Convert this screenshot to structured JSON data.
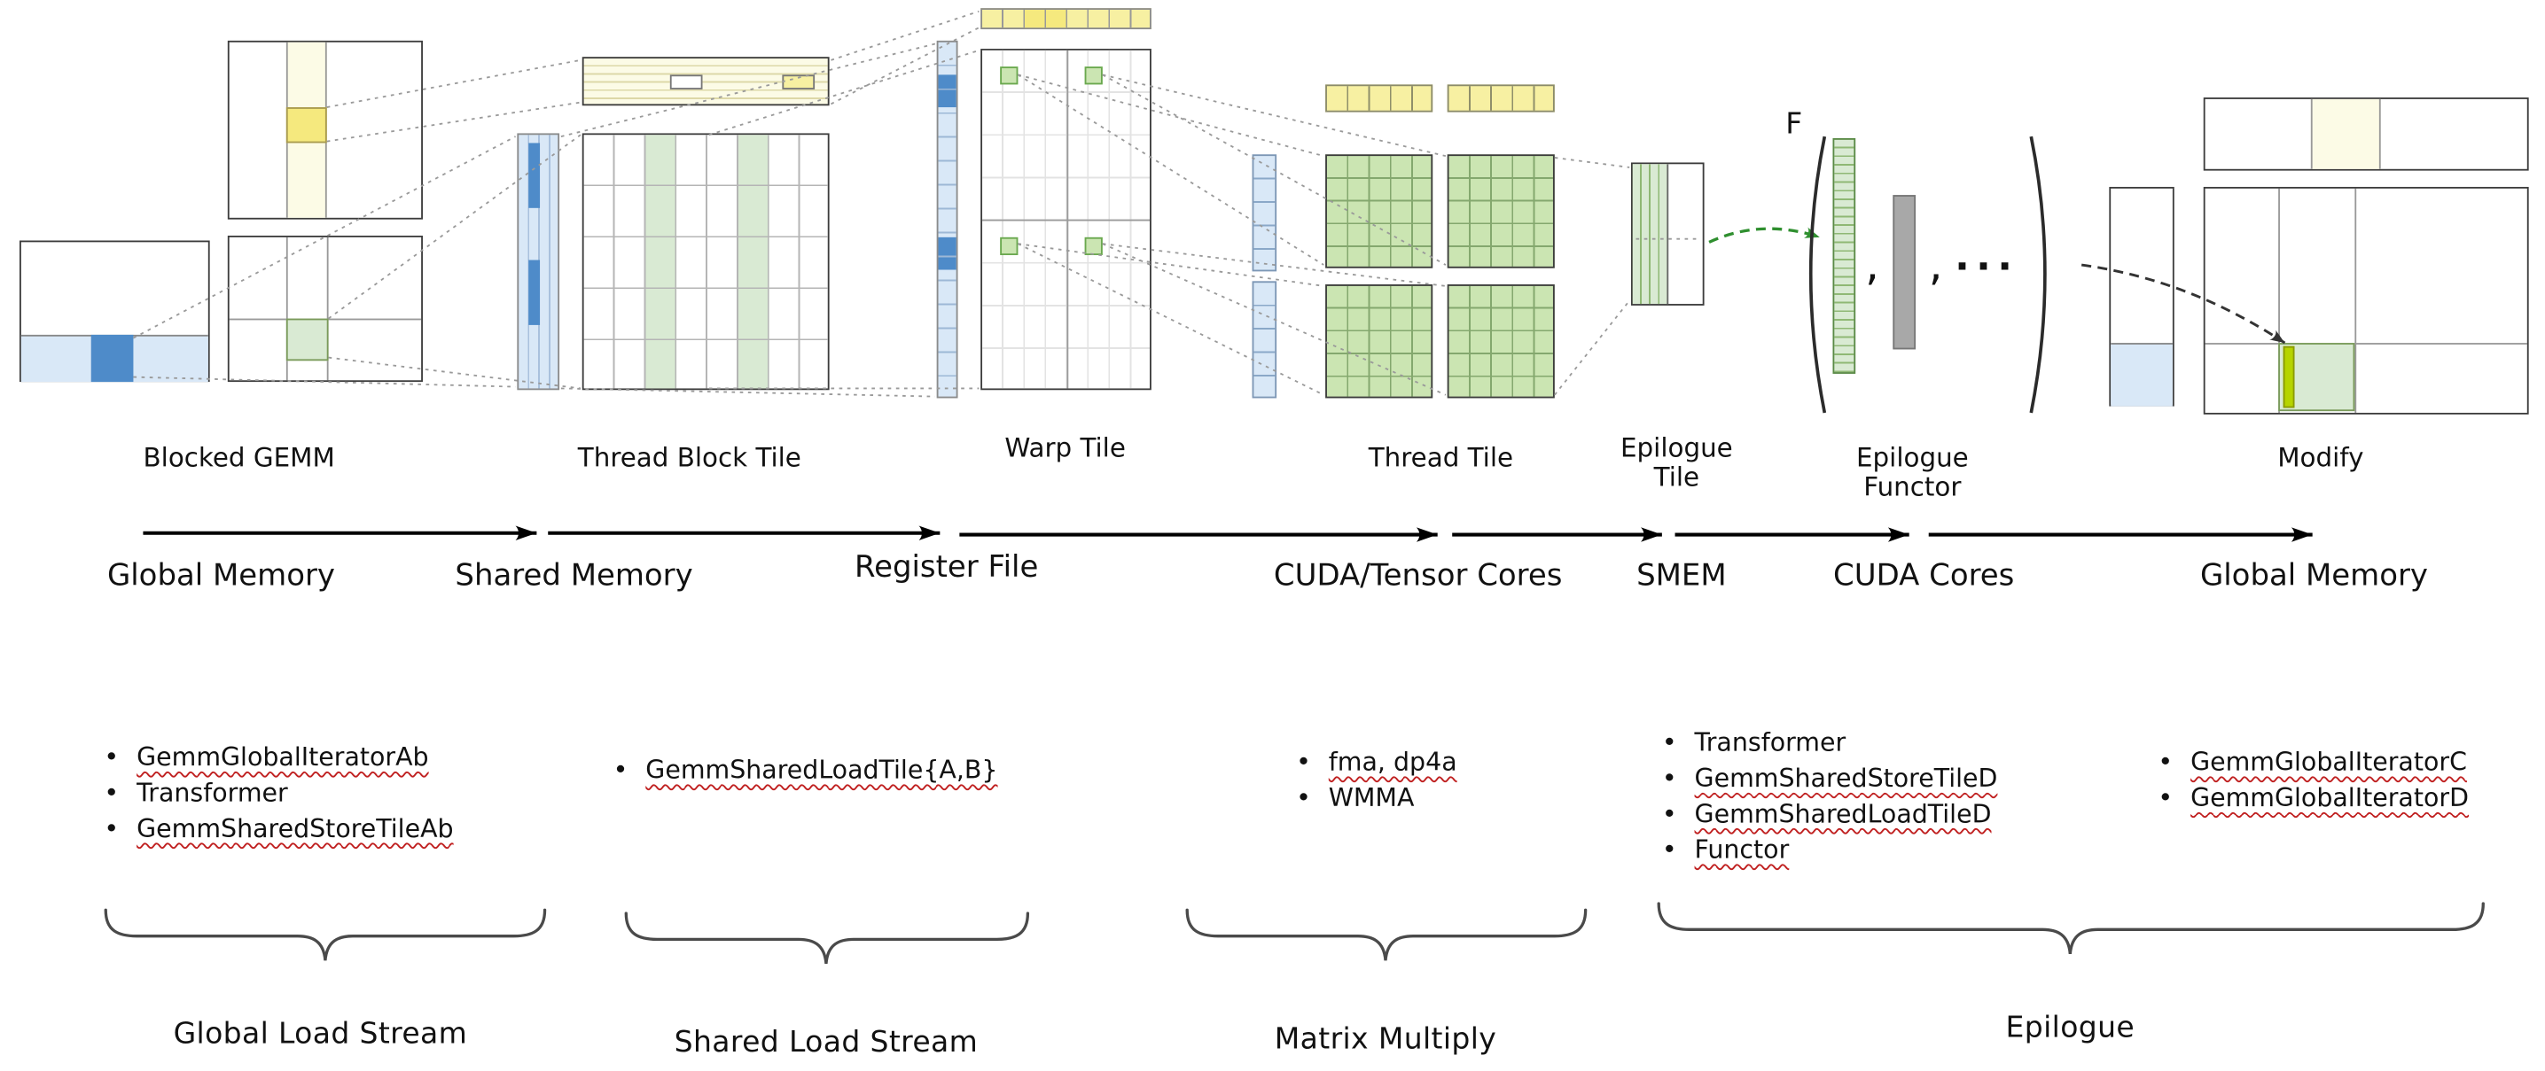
{
  "colors": {
    "light_blue": "#d9e8f7",
    "mid_blue": "#4e8bc9",
    "pale_yellow": "#fcfbe6",
    "strip_yellow": "#f7f0a2",
    "highlight_yellow": "#f5e97e",
    "light_green": "#d9ead3",
    "grid_green": "#cbe5b2",
    "yellow_green": "#b6d400",
    "gray_block": "#a8a8a8",
    "underline_red": "#c02020",
    "dashed_green": "#2f8f2f"
  },
  "tiles": {
    "blocked_gemm": {
      "label": "Blocked GEMM"
    },
    "thread_block": {
      "label": "Thread Block Tile"
    },
    "warp": {
      "label": "Warp Tile"
    },
    "thread": {
      "label": "Thread Tile"
    },
    "epilogue_tile": {
      "label_line1": "Epilogue",
      "label_line2": "Tile"
    },
    "epilogue_functor": {
      "label_line1": "Epilogue",
      "label_line2": "Functor",
      "functor_symbol": "F",
      "comma": ",",
      "ellipsis": "···"
    }
  },
  "modify": {
    "label": "Modify"
  },
  "pipeline": {
    "stages": [
      {
        "label": "Global Memory"
      },
      {
        "label": "Shared Memory"
      },
      {
        "label": "Register File"
      },
      {
        "label": "CUDA/Tensor Cores"
      },
      {
        "label": "SMEM"
      },
      {
        "label": "CUDA Cores"
      },
      {
        "label": "Global Memory"
      }
    ]
  },
  "component_lists": [
    {
      "items": [
        {
          "text": "GemmGlobalIteratorAb",
          "underlined": true
        },
        {
          "text": "Transformer",
          "underlined": false
        },
        {
          "text": "GemmSharedStoreTileAb",
          "underlined": true
        }
      ]
    },
    {
      "items": [
        {
          "text": "GemmSharedLoadTile{A,B}",
          "underlined": true
        }
      ]
    },
    {
      "items": [
        {
          "text": "fma, dp4a",
          "underlined": true
        },
        {
          "text": "WMMA",
          "underlined": false
        }
      ]
    },
    {
      "items": [
        {
          "text": "Transformer",
          "underlined": false
        },
        {
          "text": "GemmSharedStoreTileD",
          "underlined": true
        },
        {
          "text": "GemmSharedLoadTileD",
          "underlined": true
        },
        {
          "text": "Functor",
          "underlined": true
        }
      ]
    },
    {
      "items": [
        {
          "text": "GemmGlobalIteratorC",
          "underlined": true
        },
        {
          "text": "GemmGlobalIteratorD",
          "underlined": true
        }
      ]
    }
  ],
  "groups": [
    {
      "label": "Global Load Stream"
    },
    {
      "label": "Shared Load Stream"
    },
    {
      "label": "Matrix Multiply"
    },
    {
      "label": "Epilogue"
    }
  ]
}
